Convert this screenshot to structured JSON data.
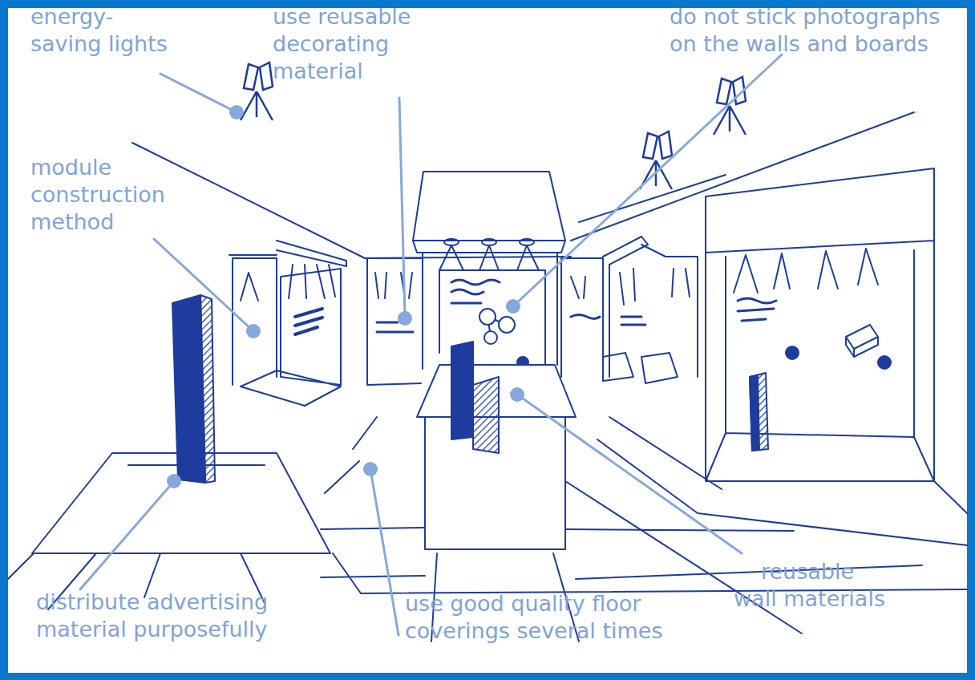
{
  "diagram": {
    "labels": [
      "energy- saving lights",
      "use reusable decorating material",
      "do not stick photographs on the walls and boards",
      "module construction method",
      "distribute advertising material purposefully",
      "use good quality floor coverings several times",
      "reusable wall materials"
    ]
  }
}
